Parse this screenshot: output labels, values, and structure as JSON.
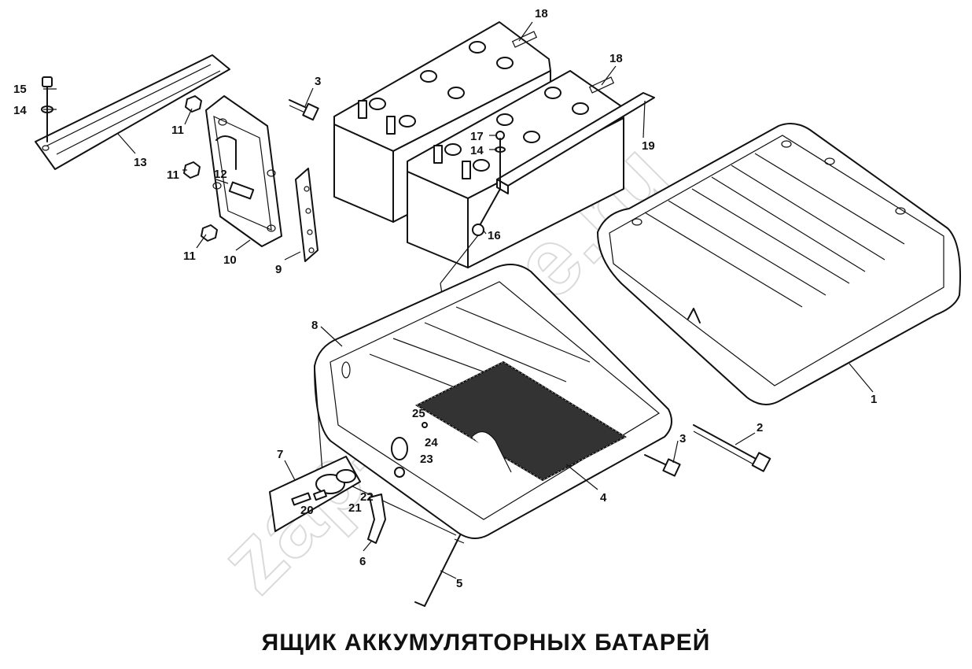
{
  "title": "ЯЩИК АККУМУЛЯТОРНЫХ БАТАРЕЙ",
  "watermark": "zap-online.ru",
  "parts": {
    "p1": "1",
    "p2": "2",
    "p3a": "3",
    "p3b": "3",
    "p4": "4",
    "p5": "5",
    "p6": "6",
    "p7": "7",
    "p8": "8",
    "p9": "9",
    "p10": "10",
    "p11a": "11",
    "p11b": "11",
    "p11c": "11",
    "p12": "12",
    "p13": "13",
    "p14a": "14",
    "p14b": "14",
    "p15": "15",
    "p16": "16",
    "p17": "17",
    "p18a": "18",
    "p18b": "18",
    "p19": "19",
    "p20": "20",
    "p21": "21",
    "p22": "22",
    "p23": "23",
    "p24": "24",
    "p25": "25"
  }
}
